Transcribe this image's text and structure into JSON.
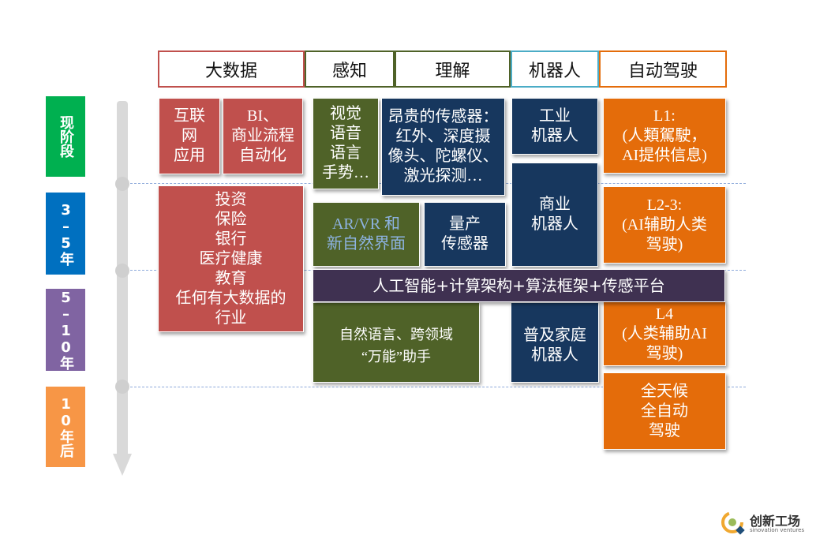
{
  "headers": [
    "大数据",
    "感知",
    "理解",
    "机器人",
    "自动驾驶"
  ],
  "header_colors": [
    "#c0504d",
    "#4f6228",
    "#4f6228",
    "#4bacc6",
    "#e46c0a"
  ],
  "stages": [
    "现阶段",
    "3–5年",
    "5–10年",
    "10年后"
  ],
  "stage_colors": [
    "#00b050",
    "#0070c0",
    "#8064a2",
    "#f79646"
  ],
  "boxes": {
    "internet_app": "互联\n网\n应用",
    "bi": "BI、\n商业流程\n自动化",
    "perception_now": "视觉\n语音\n语言\n手势…",
    "sensors": "昂贵的传感器：\n红外、深度摄\n像头、陀螺仪、\n激光探测…",
    "industrial_robot": "工业\n机器人",
    "l1": "L1:\n(人類駕駛，\nAI提供信息)",
    "industries": "投资\n保险\n银行\n医疗健康\n教育\n任何有大数据的\n行业",
    "arvr": "AR/VR 和\n新自然界面",
    "mass_sensors": "量产\n传感器",
    "commercial_robot": "商业\n机器人",
    "l23": "L2-3:\n(AI辅助人类\n驾驶)",
    "platform": "人工智能+计算架构+算法框架+传感平台",
    "assistant": "自然语言、跨领域\n“万能”助手",
    "home_robot": "普及家庭\n机器人",
    "l4": "L4\n(人类辅助AI\n驾驶)",
    "full_auto": "全天候\n全自动\n驾驶"
  },
  "logo": {
    "text": "创新工场",
    "subtext": "sinovation ventures"
  }
}
